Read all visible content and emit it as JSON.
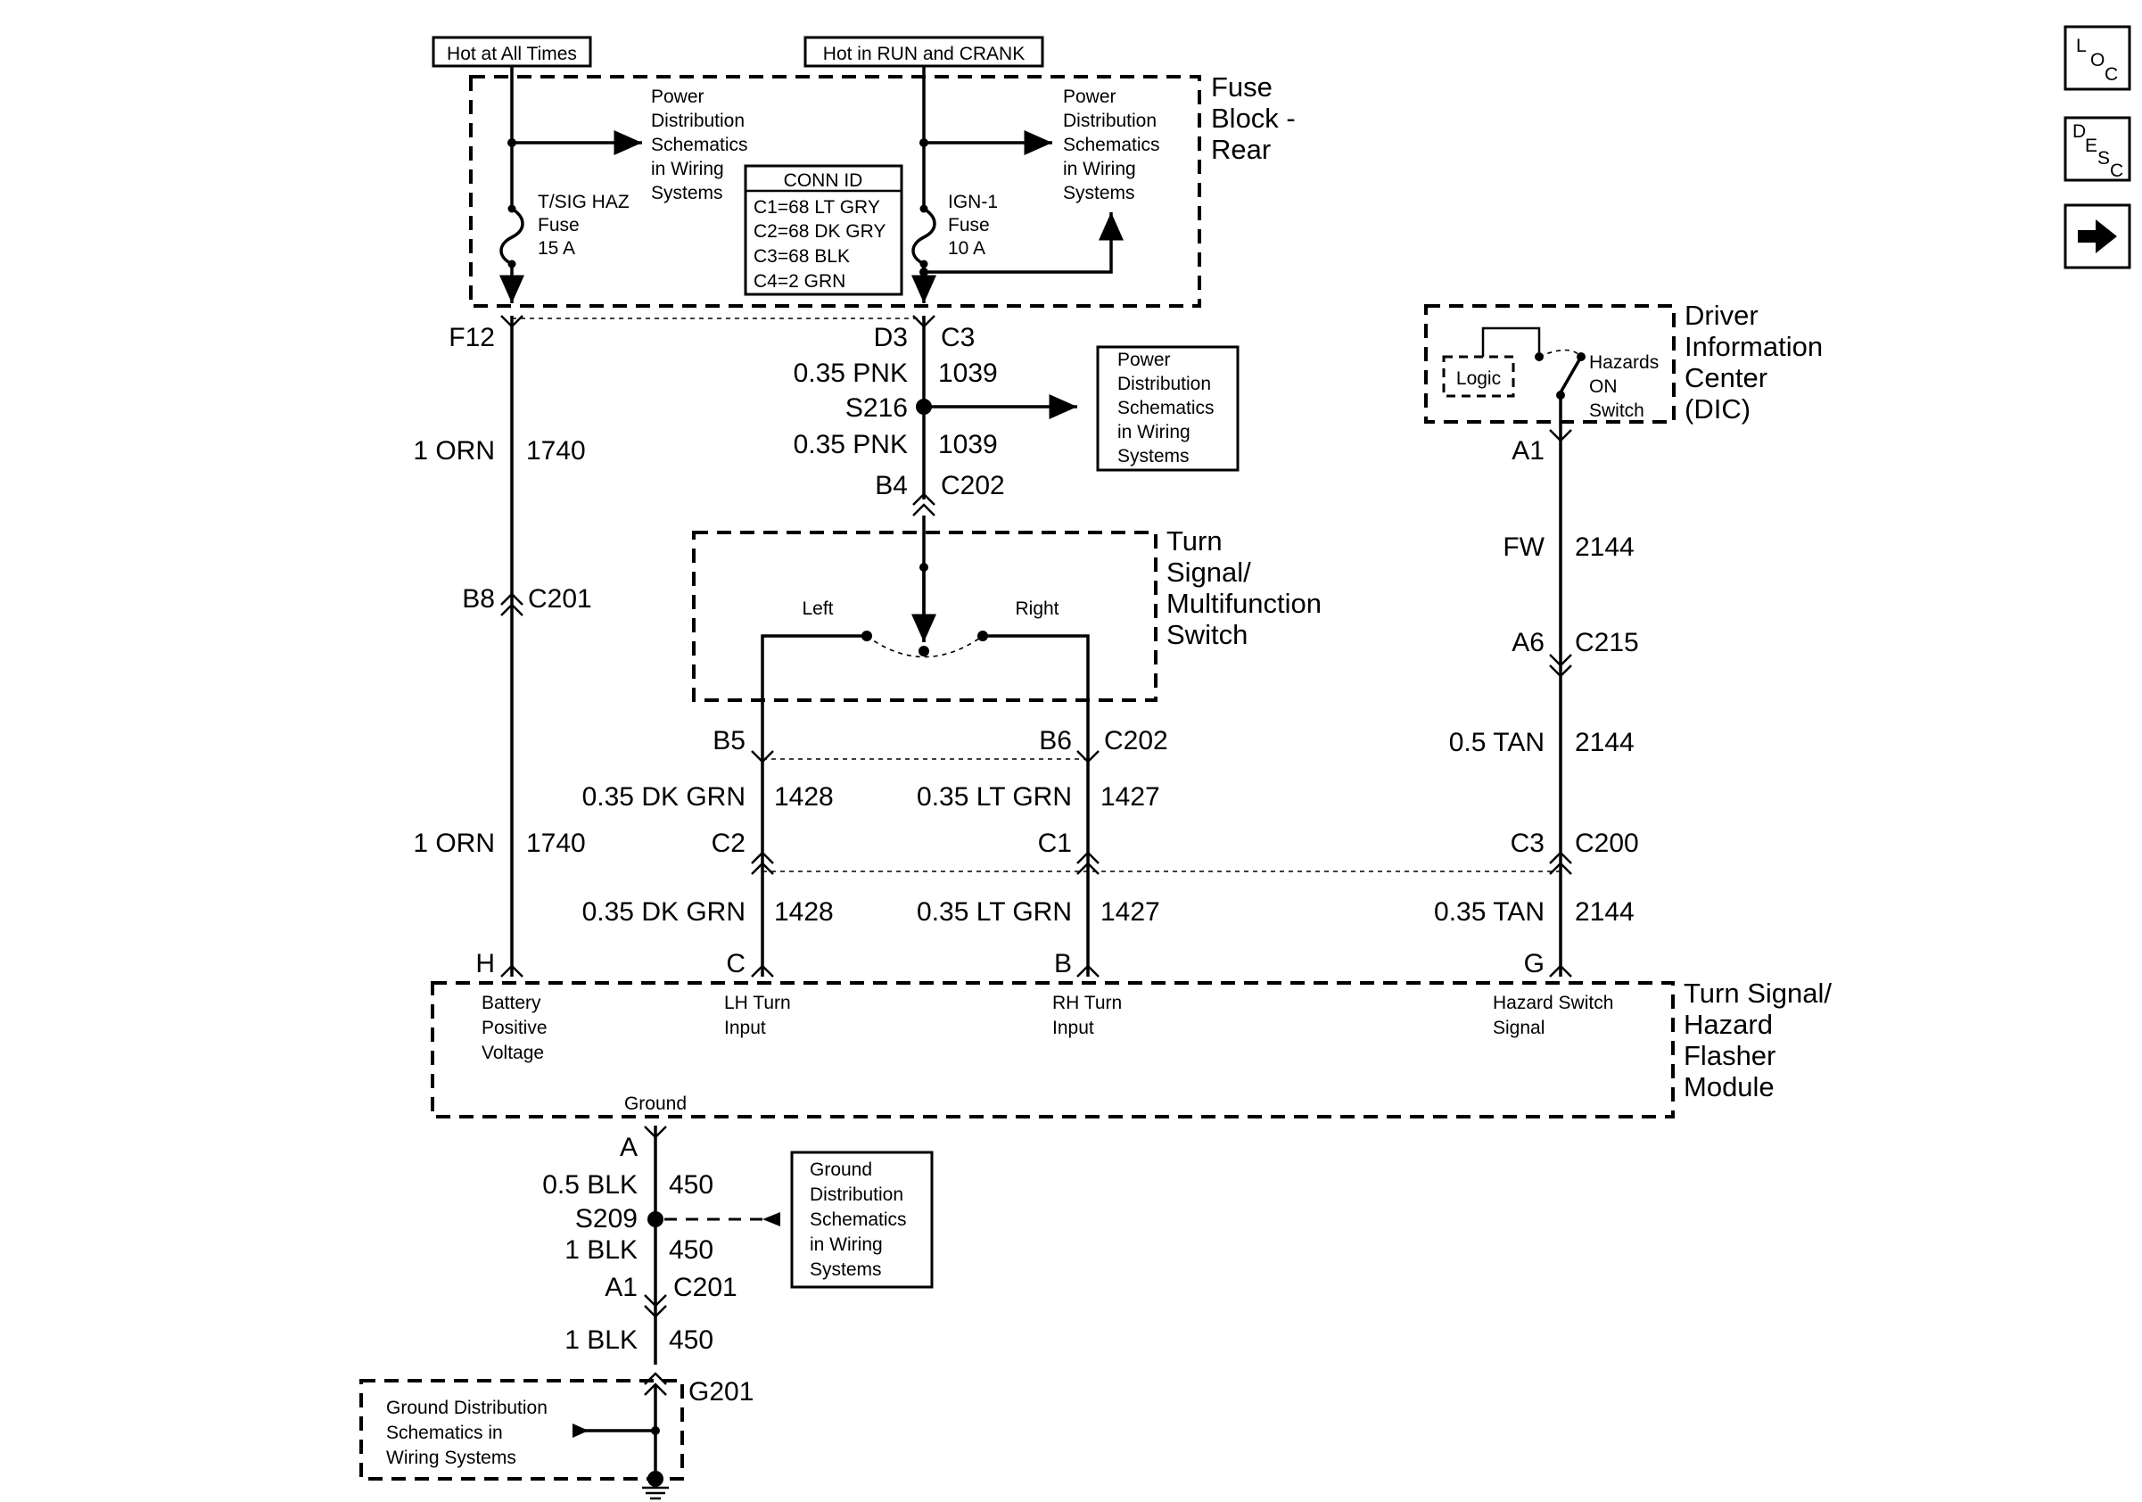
{
  "header": {
    "hot_at_all_times": "Hot at All Times",
    "hot_in_run_crank": "Hot in RUN and CRANK"
  },
  "fuse_block": {
    "title_lines": [
      "Fuse",
      "Block -",
      "Rear"
    ],
    "pds_left_lines": [
      "Power",
      "Distribution",
      "Schematics",
      "in Wiring",
      "Systems"
    ],
    "pds_right_lines": [
      "Power",
      "Distribution",
      "Schematics",
      "in Wiring",
      "Systems"
    ],
    "fuse_left_lines": [
      "T/SIG HAZ",
      "Fuse",
      "15 A"
    ],
    "fuse_right_lines": [
      "IGN-1",
      "Fuse",
      "10 A"
    ],
    "conn_id_title": "CONN ID",
    "conn_id_rows": [
      "C1=68 LT GRY",
      "C2=68 DK GRY",
      "C3=68 BLK",
      "C4=2 GRN"
    ]
  },
  "labels": {
    "f12": "F12",
    "d3": "D3",
    "c3_top": "C3",
    "pnk_size_1": "0.35 PNK",
    "circ_1039_1": "1039",
    "s216": "S216",
    "pnk_size_2": "0.35 PNK",
    "circ_1039_2": "1039",
    "b4": "B4",
    "c202_top": "C202",
    "orn_size_1": "1 ORN",
    "circ_1740_1": "1740",
    "b8": "B8",
    "c201_mid": "C201",
    "b5": "B5",
    "b6": "B6",
    "c202_mid": "C202",
    "dkgrn_size_1": "0.35 DK GRN",
    "circ_1428_1": "1428",
    "ltgrn_size_1": "0.35 LT GRN",
    "circ_1427_1": "1427",
    "orn_size_2": "1 ORN",
    "circ_1740_2": "1740",
    "c2": "C2",
    "c1": "C1",
    "c3_mid": "C3",
    "c200": "C200",
    "dkgrn_size_2": "0.35 DK GRN",
    "circ_1428_2": "1428",
    "ltgrn_size_2": "0.35 LT GRN",
    "circ_1427_2": "1427",
    "tan_size_2": "0.35 TAN",
    "circ_2144_3": "2144",
    "pin_h": "H",
    "pin_c": "C",
    "pin_b": "B",
    "pin_g": "G",
    "a1_dic": "A1",
    "fw": "FW",
    "circ_2144_1": "2144",
    "a6": "A6",
    "c215": "C215",
    "tan_size_1": "0.5 TAN",
    "circ_2144_2": "2144",
    "pin_a": "A",
    "blk_size_1": "0.5 BLK",
    "circ_450_1": "450",
    "s209": "S209",
    "blk_size_2": "1 BLK",
    "circ_450_2": "450",
    "a1_bottom": "A1",
    "c201_bottom": "C201",
    "blk_size_3": "1 BLK",
    "circ_450_3": "450",
    "g201": "G201"
  },
  "pds_s216_lines": [
    "Power",
    "Distribution",
    "Schematics",
    "in Wiring",
    "Systems"
  ],
  "turn_switch": {
    "title_lines": [
      "Turn",
      "Signal/",
      "Multifunction",
      "Switch"
    ],
    "left": "Left",
    "right": "Right"
  },
  "dic": {
    "title_lines": [
      "Driver",
      "Information",
      "Center",
      "(DIC)"
    ],
    "logic": "Logic",
    "switch_lines": [
      "Hazards",
      "ON",
      "Switch"
    ]
  },
  "flasher": {
    "title_lines": [
      "Turn Signal/",
      "Hazard",
      "Flasher",
      "Module"
    ],
    "battery_lines": [
      "Battery",
      "Positive",
      "Voltage"
    ],
    "lh_lines": [
      "LH Turn",
      "Input"
    ],
    "rh_lines": [
      "RH Turn",
      "Input"
    ],
    "hazard_lines": [
      "Hazard Switch",
      "Signal"
    ],
    "ground": "Ground"
  },
  "ground_dist_s209_lines": [
    "Ground",
    "Distribution",
    "Schematics",
    "in Wiring",
    "Systems"
  ],
  "ground_dist_g201_lines": [
    "Ground Distribution",
    "Schematics in",
    "Wiring Systems"
  ],
  "nav": {
    "loc": [
      "L",
      "O",
      "C"
    ],
    "desc": [
      "D",
      "E",
      "S",
      "C"
    ]
  }
}
